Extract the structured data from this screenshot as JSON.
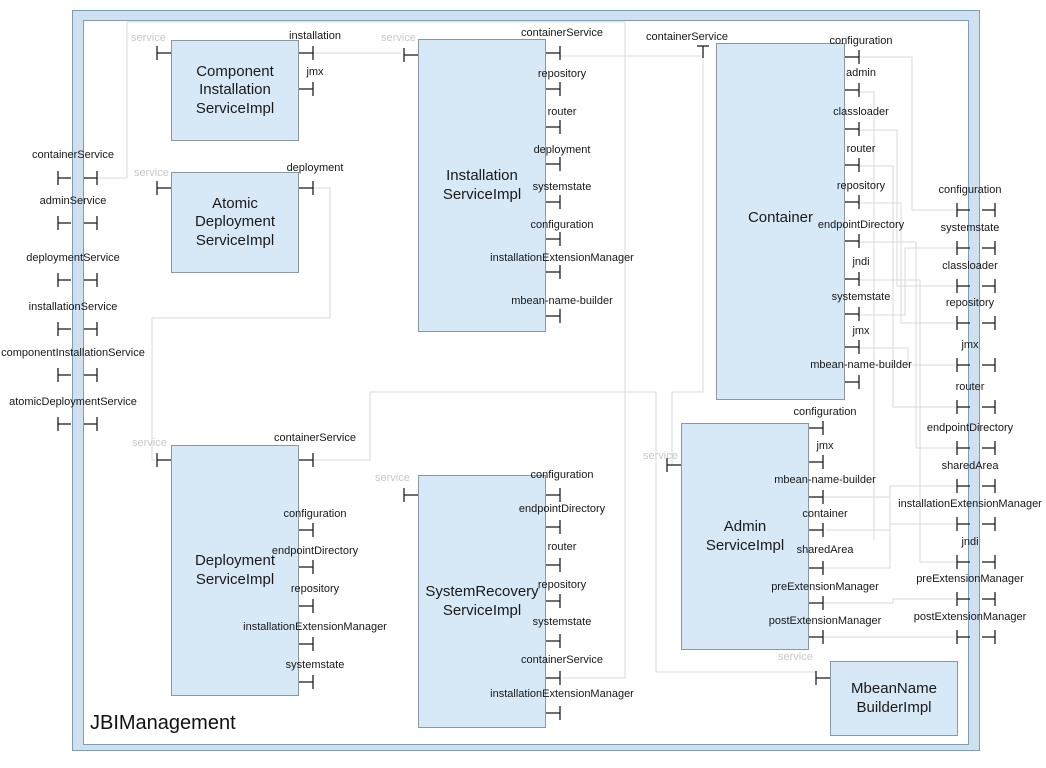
{
  "diagram_title": "JBIManagement",
  "colors": {
    "box_fill": "#d7e8f6",
    "box_stroke": "#8a98a3",
    "frame_fill": "#cfe1f0",
    "frame_stroke": "#7e9cb8",
    "connector": "#d9d9d9",
    "port_symbol": "#1f1f1f",
    "ghost_label": "#c6c8ca"
  },
  "components": [
    {
      "id": "component-installation-service-impl",
      "title_lines": [
        "Component",
        "Installation",
        "ServiceImpl"
      ],
      "left_port": "service",
      "right_ports": [
        "installation",
        "jmx"
      ]
    },
    {
      "id": "atomic-deployment-service-impl",
      "title_lines": [
        "Atomic",
        "Deployment",
        "ServiceImpl"
      ],
      "left_port": "service",
      "right_ports": [
        "deployment"
      ]
    },
    {
      "id": "installation-service-impl",
      "title_lines": [
        "Installation",
        "ServiceImpl"
      ],
      "left_port": "service",
      "right_ports": [
        "containerService",
        "repository",
        "router",
        "deployment",
        "systemstate",
        "configuration",
        "installationExtensionManager",
        "mbean-name-builder"
      ]
    },
    {
      "id": "container",
      "title_lines": [
        "Container"
      ],
      "top_port": "containerService",
      "right_ports": [
        "configuration",
        "admin",
        "classloader",
        "router",
        "repository",
        "endpointDirectory",
        "jndi",
        "systemstate",
        "jmx",
        "mbean-name-builder"
      ]
    },
    {
      "id": "admin-service-impl",
      "title_lines": [
        "Admin",
        "ServiceImpl"
      ],
      "left_port": "service",
      "right_ports": [
        "configuration",
        "jmx",
        "mbean-name-builder",
        "container",
        "sharedArea",
        "preExtensionManager",
        "postExtensionManager"
      ]
    },
    {
      "id": "system-recovery-service-impl",
      "title_lines": [
        "SystemRecovery",
        "ServiceImpl"
      ],
      "left_port": "service",
      "right_ports": [
        "configuration",
        "endpointDirectory",
        "router",
        "repository",
        "systemstate",
        "containerService",
        "installationExtensionManager"
      ]
    },
    {
      "id": "deployment-service-impl",
      "title_lines": [
        "Deployment",
        "ServiceImpl"
      ],
      "left_port": "service",
      "right_ports": [
        "containerService",
        "configuration",
        "endpointDirectory",
        "repository",
        "installationExtensionManager",
        "systemstate"
      ]
    },
    {
      "id": "mbean-name-builder-impl",
      "title_lines": [
        "MbeanName",
        "BuilderImpl"
      ],
      "left_port": "service",
      "right_ports": []
    }
  ],
  "frame_ports_left": [
    "containerService",
    "adminService",
    "deploymentService",
    "installationService",
    "componentInstallationService",
    "atomicDeploymentService"
  ],
  "frame_ports_right": [
    "configuration",
    "systemstate",
    "classloader",
    "repository",
    "jmx",
    "router",
    "endpointDirectory",
    "sharedArea",
    "installationExtensionManager",
    "jndi",
    "preExtensionManager",
    "postExtensionManager"
  ]
}
